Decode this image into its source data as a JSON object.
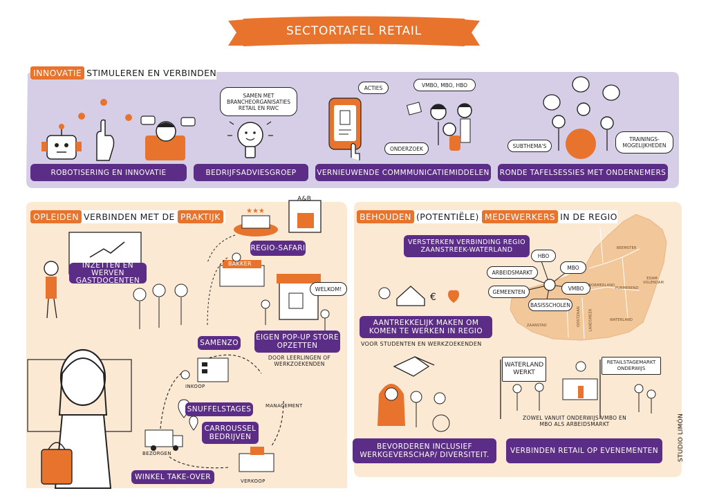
{
  "title": "SECTORTAFEL RETAIL",
  "innovatie": {
    "header_hl": "INNOVATIE",
    "header_rest": "STIMULEREN EN VERBINDEN",
    "labels": [
      "ROBOTISERING EN INNOVATIE",
      "BEDRIJFSADVIESGROEP",
      "VERNIEUWENDE COMMMUNICATIEMIDDELEN",
      "RONDE TAFELSESSIES MET ONDERNEMERS"
    ],
    "bubble_samen": "SAMEN MET BRANCHEORGANISATIES RETAIL EN RWC",
    "acties": "ACTIES",
    "vmbo": "VMBO, MBO, HBO",
    "onderzoek": "ONDERZOEK",
    "subthemas": "SUBTHEMA'S",
    "trainingen": "TRAININGS-MOGELIJKHEDEN"
  },
  "opleiden": {
    "header_hl1": "OPLEIDEN",
    "header_mid": "VERBINDEN MET DE",
    "header_hl2": "PRAKTIJK",
    "gastdocenten": "INZETTEN EN WERVEN GASTDOCENTEN",
    "regio_safari": "REGIO-SAFARI",
    "ab": "A&B",
    "bakker": "BAKKER",
    "welkom": "WELKOM!",
    "popup": "EIGEN POP-UP STORE OPZETTEN",
    "door_leerlingen": "DOOR LEERLINGEN OF WERKZOEKENDEN",
    "samenzo": "SAMENZO",
    "inkoop": "INKOOP",
    "management": "MANAGEMENT",
    "snuffelstages": "SNUFFELSTAGES",
    "carroussel": "CARROUSSEL BEDRIJVEN",
    "bezorgen": "BEZORGEN",
    "verkoop": "VERKOOP",
    "winkel": "WINKEL TAKE-OVER"
  },
  "behouden": {
    "header_hl1": "BEHOUDEN",
    "header_mid": "(POTENTIËLE)",
    "header_hl2": "MEDEWERKERS",
    "header_rest": "IN DE REGIO",
    "versterken": "VERSTERKEN VERBINDING REGIO ZAANSTREEK-WATERLAND",
    "aantrekkelijk": "AANTREKKELIJK MAKEN OM KOMEN TE WERKEN IN REGIO",
    "voor_studenten": "VOOR STUDENTEN EN WERKZOEKENDEN",
    "network": [
      "HBO",
      "ARBEIDSMARKT",
      "MBO",
      "GEMEENTEN",
      "VMBO",
      "BASISSCHOLEN"
    ],
    "map_places": [
      "BEEMSTER",
      "EDAM-VOLENDAM",
      "WORMERLAND",
      "PURMEREND",
      "OOSTZAAN",
      "LANDSMEER",
      "WATERLAND",
      "ZAANSTAD"
    ],
    "bevorderen": "BEVORDEREN INCLUSIEF WERKGEVERSCHAP/ DIVERSITEIT.",
    "waterland_werkt": "WATERLAND WERKT",
    "retailstagemarkt": "RETAILSTAGEMARKT ONDERWIJS",
    "zowel": "ZOWEL VANUIT ONDERWIJS VMBO EN MBO ALS ARBEIDSMARKT",
    "verbinden": "VERBINDEN RETAIL OP EVENEMENTEN"
  },
  "signature": "STUDIO LIMÓN",
  "colors": {
    "orange": "#e8732c",
    "purple": "#5b2d86",
    "lavender": "#d6cde6",
    "peach": "#fbe9d3"
  }
}
